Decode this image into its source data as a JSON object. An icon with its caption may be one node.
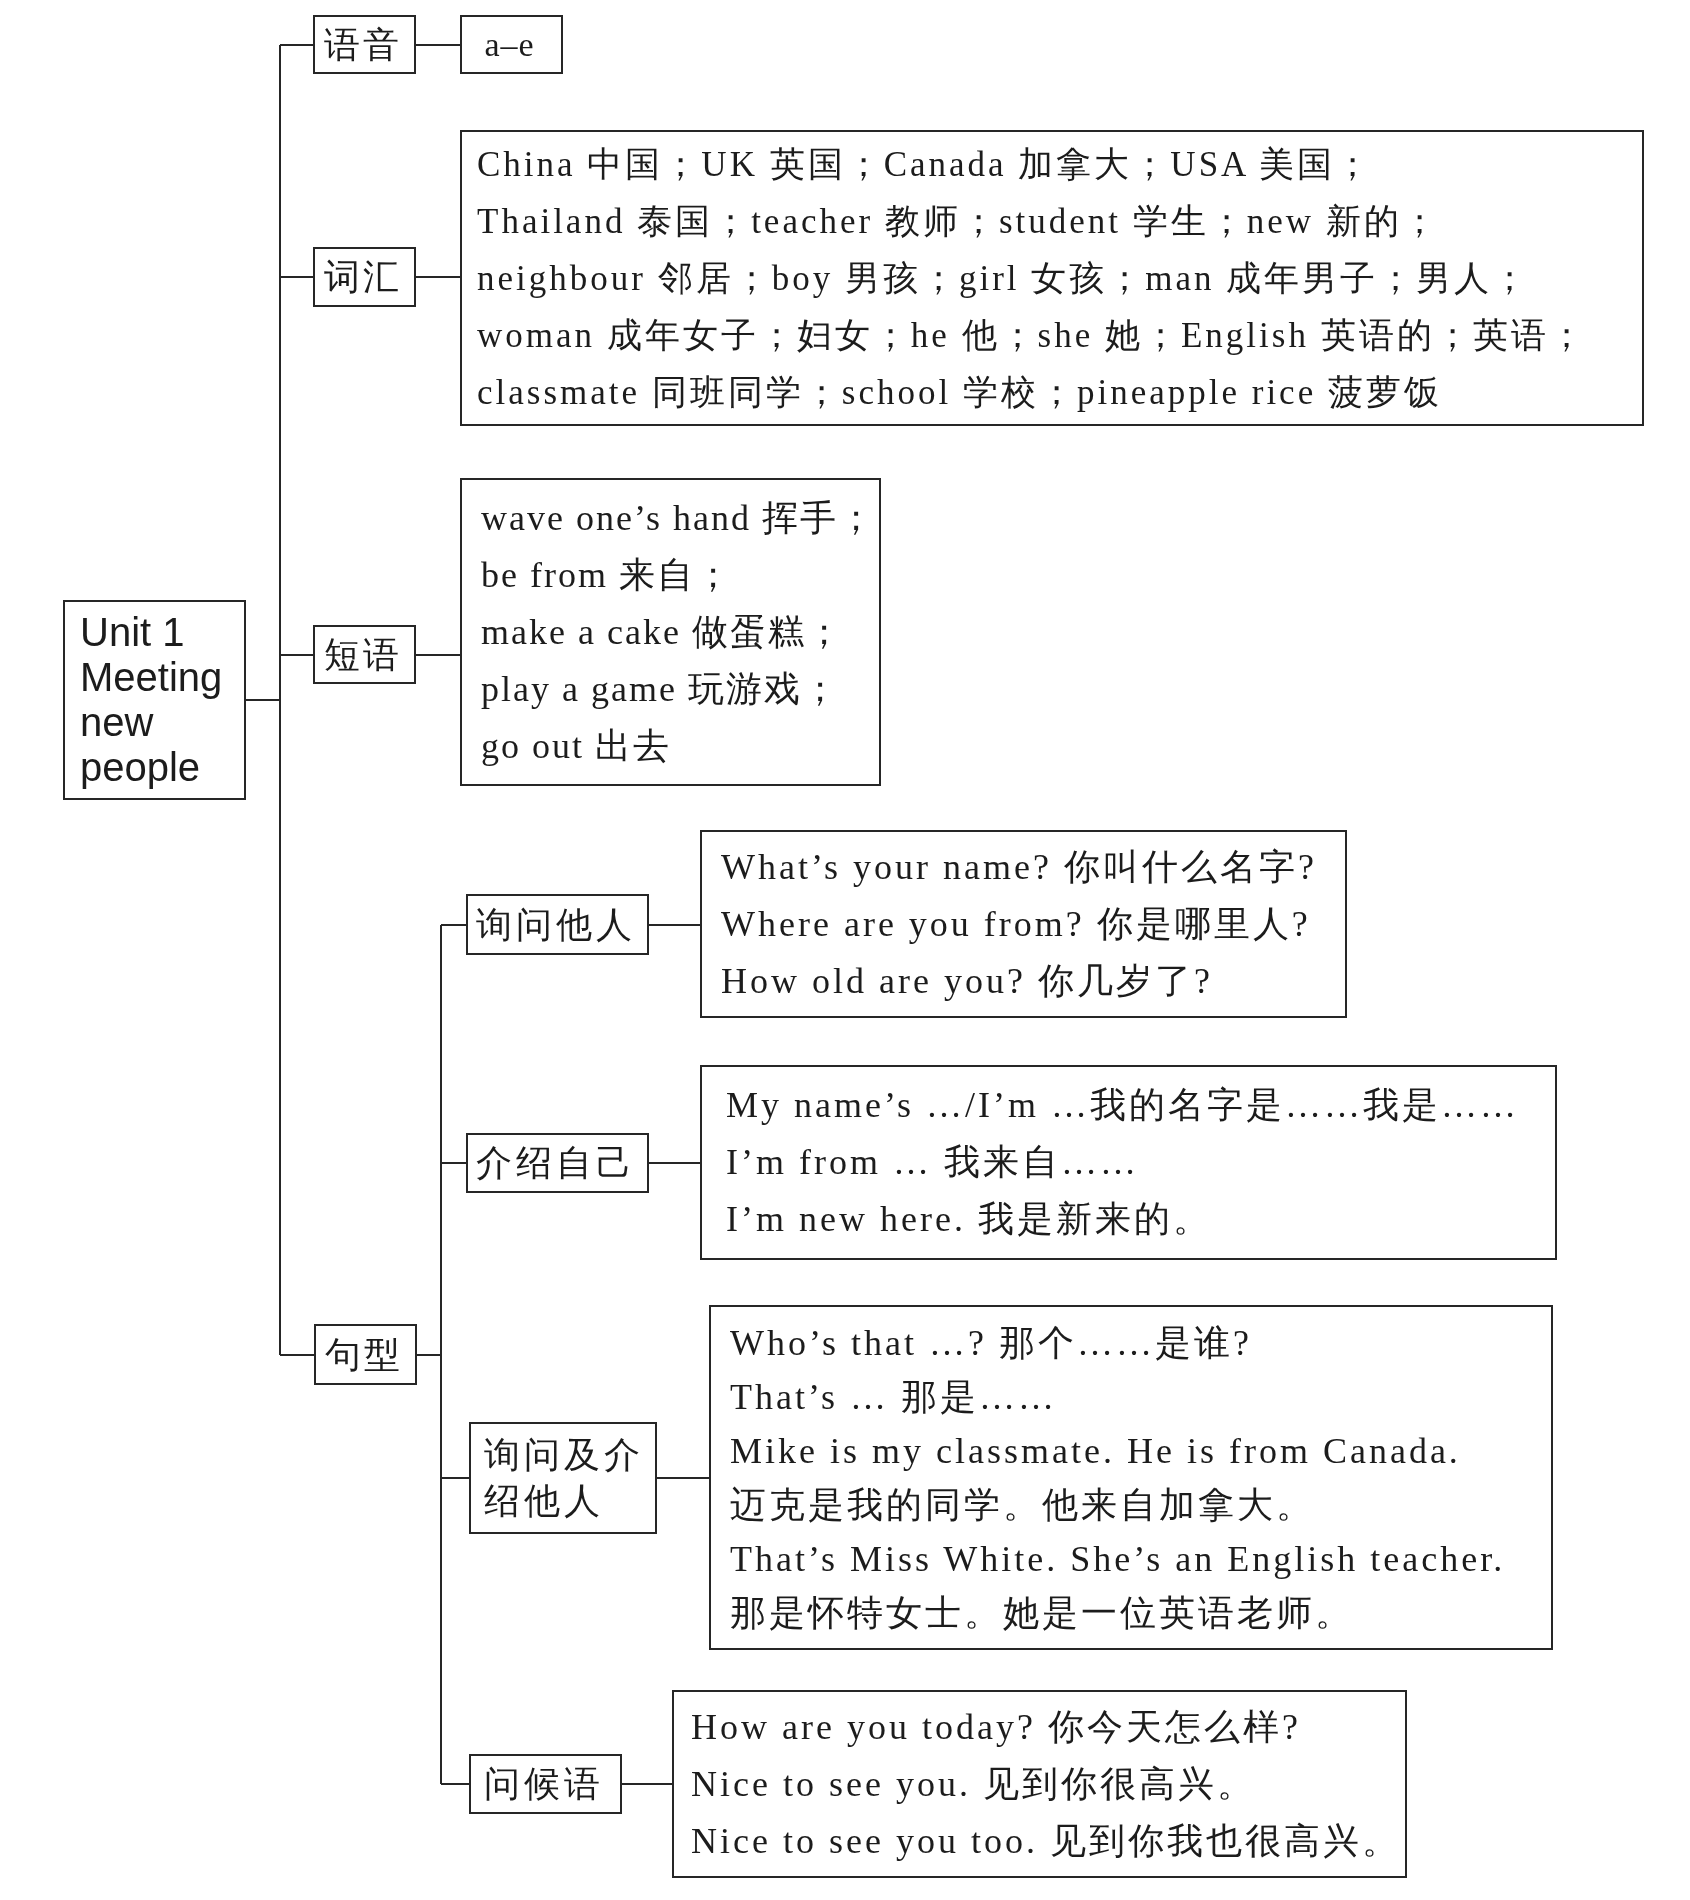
{
  "diagram": {
    "nodes": [
      {
        "text": [
          "Unit 1 Meeting new people"
        ]
      },
      {
        "text": [
          "语音"
        ]
      },
      {
        "text": [
          "a–e"
        ]
      },
      {
        "text": [
          "词汇"
        ]
      },
      {
        "text": [
          "China 中国；UK 英国；Canada 加拿大；USA 美国；",
          "Thailand 泰国；teacher 教师；student 学生；new 新的；",
          "neighbour 邻居；boy 男孩；girl 女孩；man 成年男子；男人；",
          "woman 成年女子；妇女；he 他；she 她；English 英语的；英语；",
          "classmate 同班同学；school 学校；pineapple rice 菠萝饭"
        ]
      },
      {
        "text": [
          "短语"
        ]
      },
      {
        "text": [
          "wave one’s hand 挥手；",
          "be from 来自；",
          "make a cake 做蛋糕；",
          "play a game 玩游戏；",
          "go out 出去"
        ]
      },
      {
        "text": [
          "句型"
        ]
      },
      {
        "text": [
          "询问他人"
        ]
      },
      {
        "text": [
          "What’s your name? 你叫什么名字?",
          "Where are you from? 你是哪里人?",
          "How old are you? 你几岁了?"
        ]
      },
      {
        "text": [
          "介绍自己"
        ]
      },
      {
        "text": [
          "My name’s …/I’m …我的名字是……我是……",
          "I’m from … 我来自……",
          "I’m new here. 我是新来的。"
        ]
      },
      {
        "text": [
          "询问及介绍他人"
        ]
      },
      {
        "text": [
          "Who’s that …? 那个……是谁?",
          "That’s … 那是……",
          "Mike is my classmate. He is from Canada.",
          "迈克是我的同学。他来自加拿大。",
          "That’s Miss White. She’s an English teacher.",
          "那是怀特女士。她是一位英语老师。"
        ]
      },
      {
        "text": [
          "问候语"
        ]
      },
      {
        "text": [
          "How are you today? 你今天怎么样?",
          "Nice to see you. 见到你很高兴。",
          "Nice to see you too. 见到你我也很高兴。"
        ]
      }
    ],
    "edges": [
      {
        "from": 0,
        "to": 1,
        "arrow": "none"
      },
      {
        "from": 0,
        "to": 3,
        "arrow": "none"
      },
      {
        "from": 0,
        "to": 5,
        "arrow": "none"
      },
      {
        "from": 0,
        "to": 7,
        "arrow": "none"
      },
      {
        "from": 1,
        "to": 2,
        "arrow": "none"
      },
      {
        "from": 3,
        "to": 4,
        "arrow": "none"
      },
      {
        "from": 5,
        "to": 6,
        "arrow": "none"
      },
      {
        "from": 7,
        "to": 8,
        "arrow": "none"
      },
      {
        "from": 7,
        "to": 10,
        "arrow": "none"
      },
      {
        "from": 7,
        "to": 12,
        "arrow": "none"
      },
      {
        "from": 7,
        "to": 14,
        "arrow": "none"
      },
      {
        "from": 8,
        "to": 9,
        "arrow": "none"
      },
      {
        "from": 10,
        "to": 11,
        "arrow": "none"
      },
      {
        "from": 12,
        "to": 13,
        "arrow": "none"
      },
      {
        "from": 14,
        "to": 15,
        "arrow": "none"
      }
    ]
  }
}
